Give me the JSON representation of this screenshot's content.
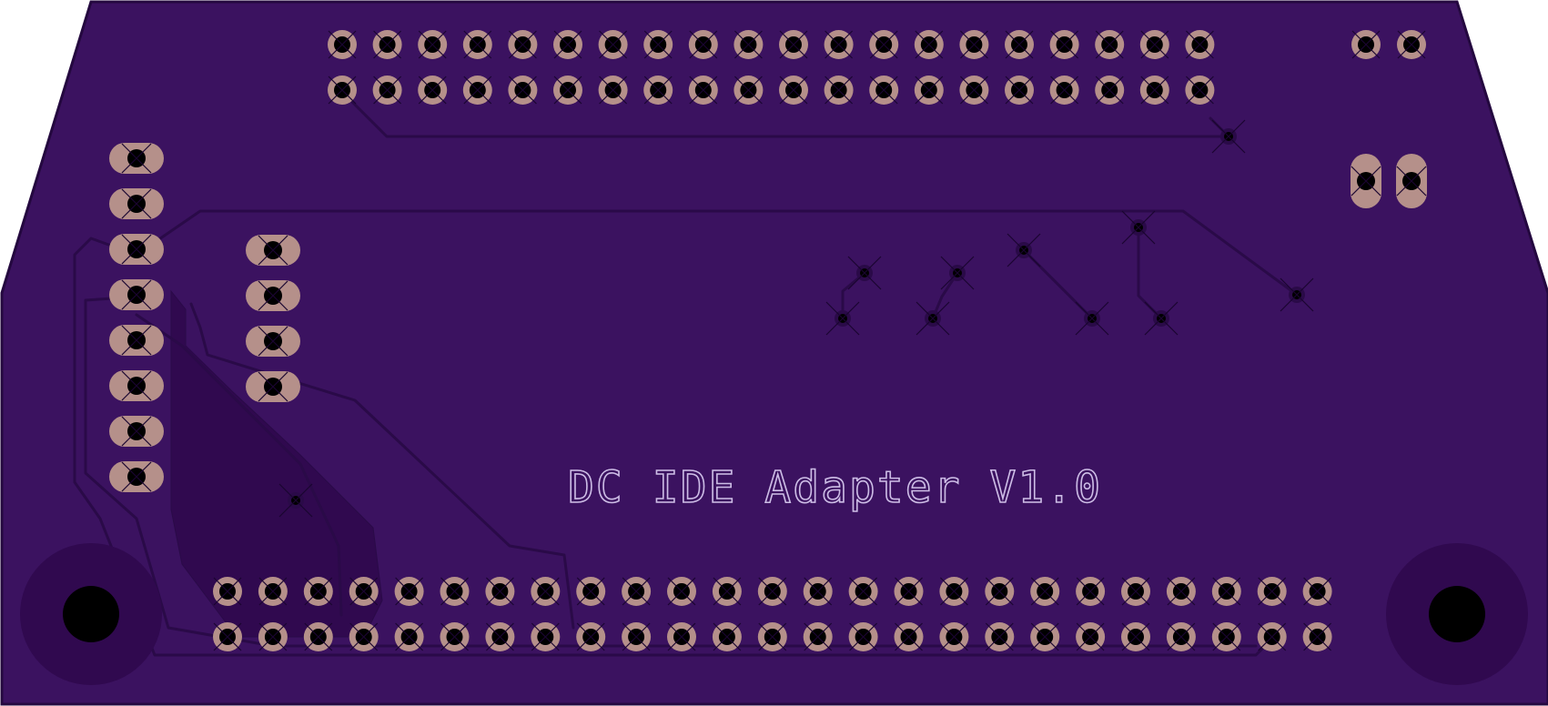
{
  "board": {
    "silkscreen_label": "DC IDE Adapter V1.0",
    "colors": {
      "board_fill": "#3b1260",
      "board_edge": "#24083f",
      "trace": "#2a0a48",
      "pour": "#30094f",
      "pad_copper": "#b5908a",
      "drill": "#000000",
      "silk": "#cdbde6"
    }
  },
  "components": {
    "top_header": {
      "rows": 2,
      "pins_per_row": 20
    },
    "top_right_pads": {
      "count": 2
    },
    "jumper_oval_pads": {
      "count": 2
    },
    "left_header": {
      "pins": 8
    },
    "left_small_header": {
      "pins": 4
    },
    "bottom_header": {
      "rows": 2,
      "pins_per_row": 25
    },
    "mounting_holes": {
      "count": 2
    },
    "vias": {
      "count": 11
    }
  }
}
